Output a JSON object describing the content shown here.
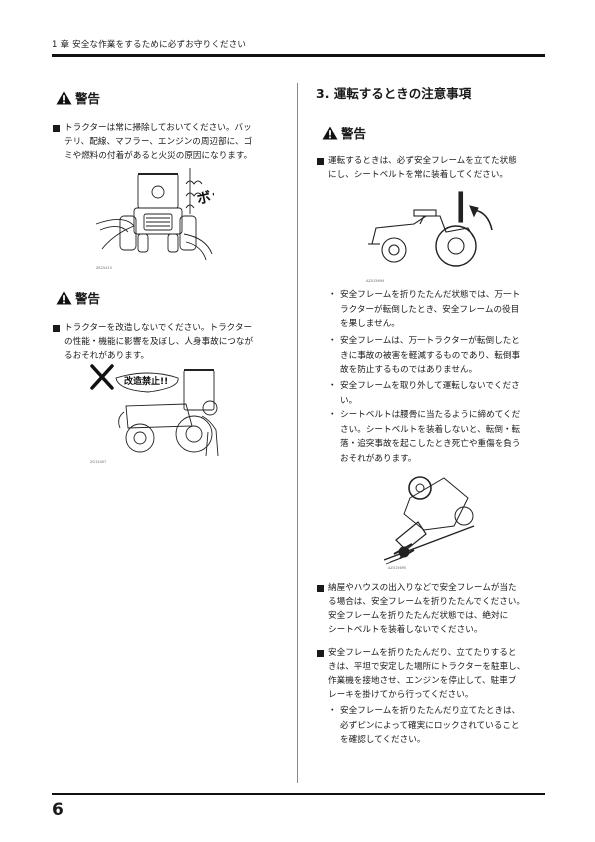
{
  "header": {
    "chapter": "1 章 安全な作業をするために必ずお守りください"
  },
  "page_number": "6",
  "left": {
    "warning1": {
      "title": "警告",
      "lines": [
        "トラクターは常に掃除しておいてください。バッ",
        "テリ、配線、マフラー、エンジンの周辺部に、ゴ",
        "ミや燃料の付着があると火災の原因になります。"
      ],
      "figure_code": "ZK15413",
      "sound_text": "ボッ"
    },
    "warning2": {
      "title": "警告",
      "lines": [
        "トラクターを改造しないでください。トラクター",
        "の性能・機能に影響を及ぼし、人身事故につなが",
        "るおそれがあります。"
      ],
      "figure_code": "ZG15407",
      "sign_text": "改造禁止!!"
    }
  },
  "right": {
    "section_title": "3.  運転するときの注意事項",
    "warning": {
      "title": "警告"
    },
    "bullet1": [
      "運転するときは、必ず安全フレームを立てた状態",
      "にし、シートベルトを常に装着してください。"
    ],
    "figure1_code": "AZ015694",
    "subs": [
      [
        "安全フレームを折りたたんだ状態では、万一ト",
        "ラクターが転倒したとき、安全フレームの役目",
        "を果しません。"
      ],
      [
        "安全フレームは、万一トラクターが転倒したと",
        "きに事故の被害を軽減するものであり、転倒事",
        "故を防止するものではありません。"
      ],
      [
        "安全フレームを取り外して運転しないでくださ",
        "い。"
      ],
      [
        "シートベルトは腰骨に当たるように締めてくだ",
        "さい。シートベルトを装着しないと、転倒・転",
        "落・追突事故を起こしたとき死亡や重傷を負う",
        "おそれがあります。"
      ]
    ],
    "figure2_code": "AZ015695",
    "bullet2": [
      "納屋やハウスの出入りなどで安全フレームが当た",
      "る場合は、安全フレームを折りたたんでください。",
      "安全フレームを折りたたんだ状態では、絶対に",
      "シートベルトを装着しないでください。"
    ],
    "bullet3": [
      "安全フレームを折りたたんだり、立てたりすると",
      "きは、平坦で安定した場所にトラクターを駐車し、",
      "作業機を接地させ、エンジンを停止して、駐車ブ",
      "レーキを掛けてから行ってください。"
    ],
    "sub5": [
      "安全フレームを折りたたんだり立てたときは、",
      "必ずピンによって確実にロックされていること",
      "を確認してください。"
    ],
    "bullet_mark": "・"
  }
}
